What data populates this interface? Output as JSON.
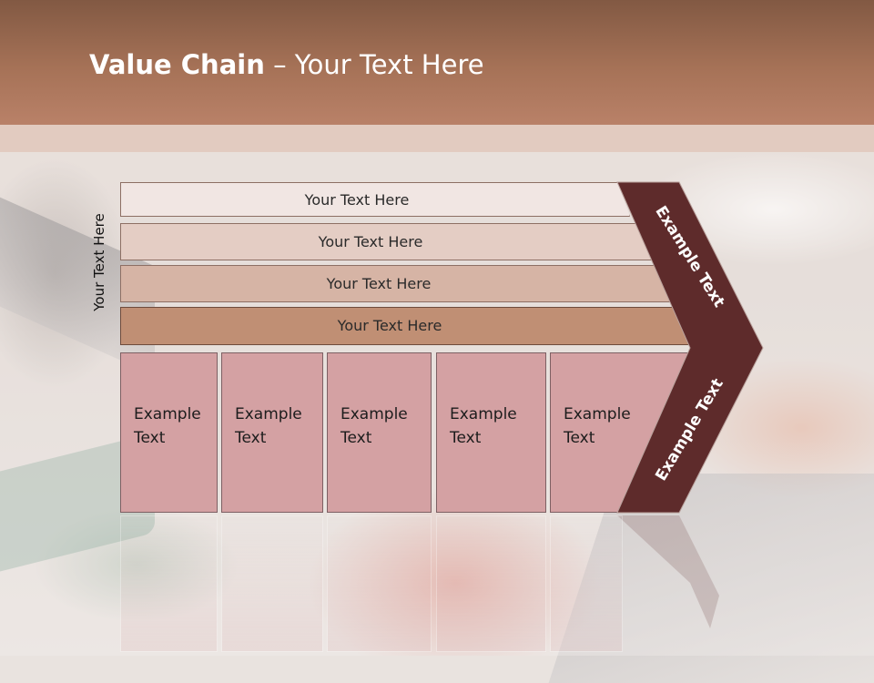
{
  "slide": {
    "title_bold": "Value Chain",
    "title_rest": " – Your Text Here"
  },
  "side_label": "Your Text Here",
  "bars": [
    {
      "label": "Your Text Here"
    },
    {
      "label": "Your Text Here"
    },
    {
      "label": "Your Text Here"
    },
    {
      "label": "Your Text Here"
    }
  ],
  "columns": [
    {
      "line1": "Example",
      "line2": "Text"
    },
    {
      "line1": "Example",
      "line2": "Text"
    },
    {
      "line1": "Example",
      "line2": "Text"
    },
    {
      "line1": "Example",
      "line2": "Text"
    },
    {
      "line1": "Example",
      "line2": "Text"
    }
  ],
  "chevron": {
    "top_label": "Example Text",
    "bottom_label": "Example Text",
    "color": "#5e2b2b"
  },
  "colors": {
    "header": "#a67257",
    "bar1": "#f1e6e3",
    "bar2": "#e4cdc4",
    "bar3": "#d6b4a5",
    "bar4": "#c08f74",
    "column": "#d4a1a3"
  }
}
